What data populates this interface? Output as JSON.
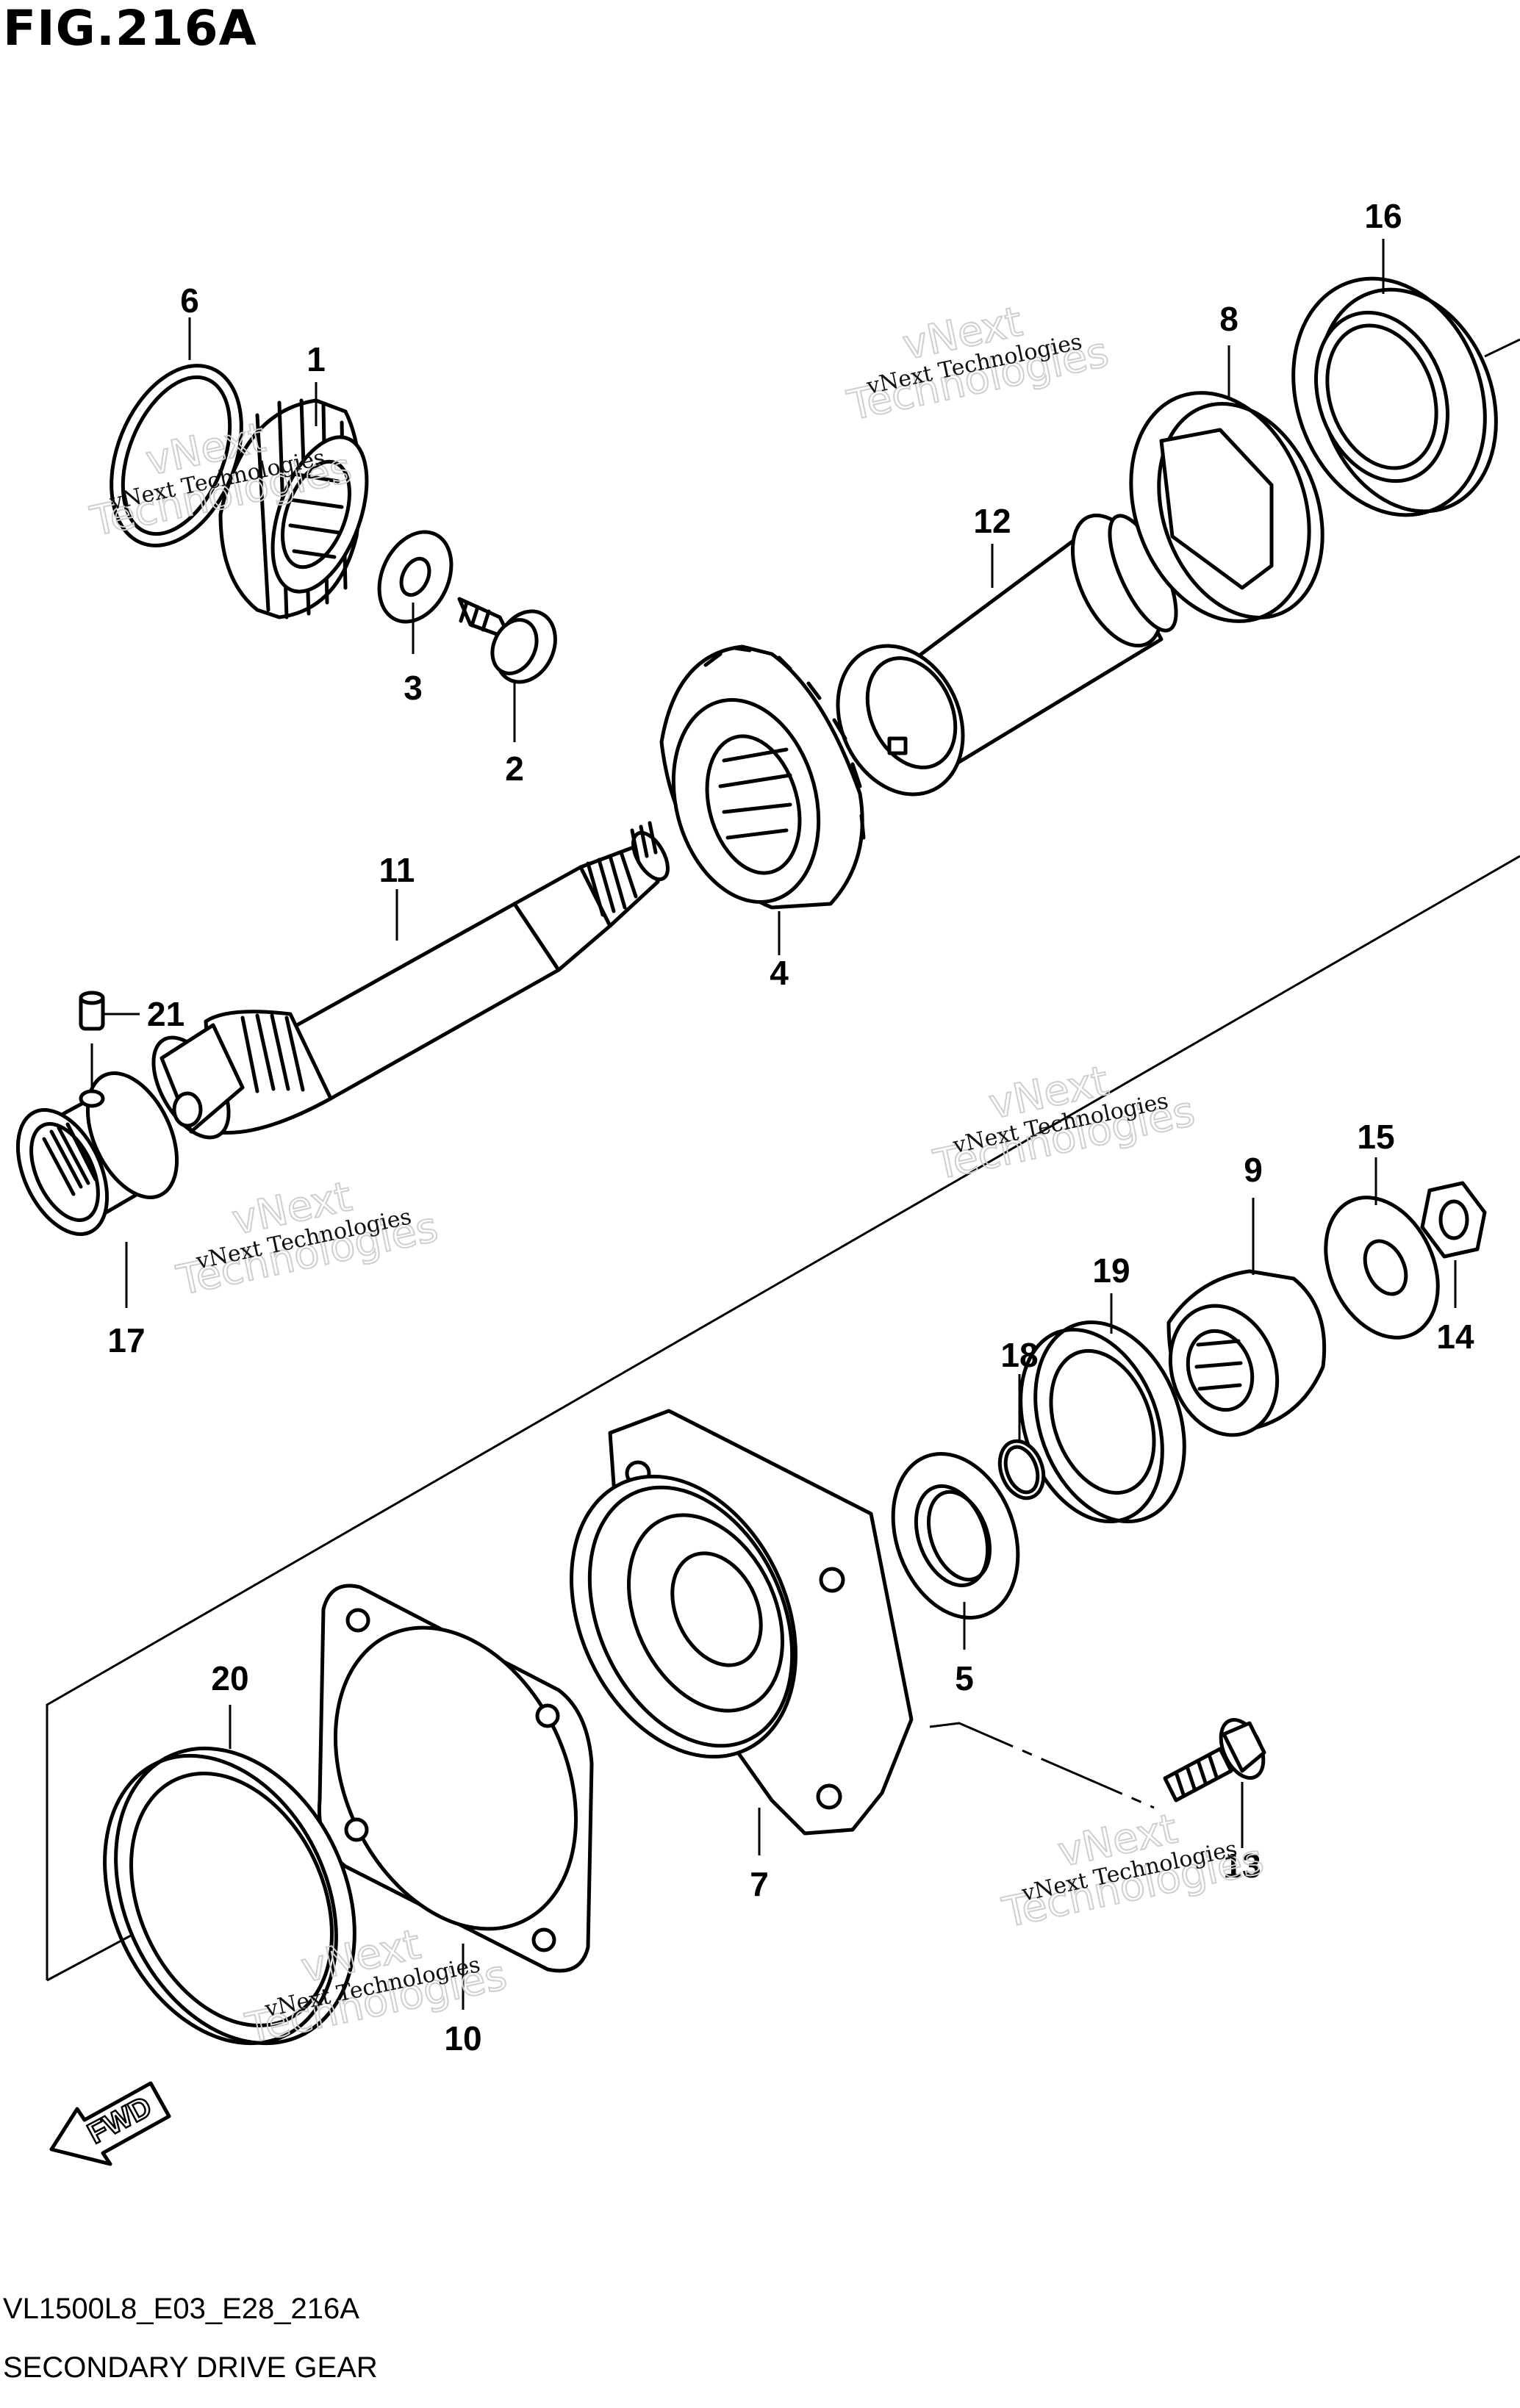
{
  "figure": {
    "title": "FIG.216A",
    "code": "VL1500L8_E03_E28_216A",
    "name": "SECONDARY DRIVE GEAR"
  },
  "direction_label": "FWD",
  "watermark": {
    "small": "vNext Technologies",
    "big_line1": "vNext",
    "big_line2": "Technologies"
  },
  "callouts": [
    "1",
    "2",
    "3",
    "4",
    "5",
    "6",
    "7",
    "8",
    "9",
    "10",
    "11",
    "12",
    "13",
    "14",
    "15",
    "16",
    "17",
    "18",
    "19",
    "20",
    "21"
  ]
}
